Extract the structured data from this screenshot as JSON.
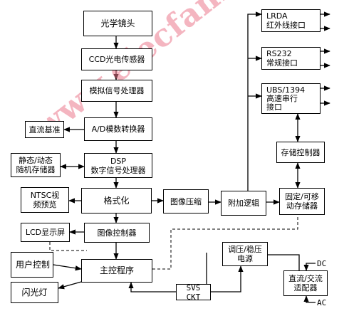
{
  "boxes": {
    "lens": "光学镜头",
    "ccd": "CCD光电传感器",
    "analog": "模拟信号处理器",
    "adc": "A/D模数转换器",
    "dsp": "DSP\n数字信号处理器",
    "format": "格式化",
    "image_ctrl": "图像控制器",
    "main_prog": "主控程序",
    "dc_ref": "直流基准",
    "ram": "静态/动态\n随机存储器",
    "ntsc": "NTSC视\n频预览",
    "lcd": "LCD显示屏",
    "user_ctrl": "用户控制",
    "flash": "闪光灯",
    "compress": "图像压缩",
    "addlogic": "附加逻辑",
    "fixed_storage": "固定/可移\n动存储器",
    "storage_ctrl": "存储控制器",
    "usb": "UBS/1394\n高速串行\n接口",
    "rs232": "RS232\n常规接口",
    "irda": "LRDA\n红外线接口",
    "svs": "SVS CKT",
    "regulator": "调压/稳压\n电源",
    "adapter": "直流/交流\n适配器"
  },
  "labels": {
    "dc": "DC",
    "ac": "AC"
  },
  "watermark": "www.elecfans.com",
  "colors": {
    "line": "#000000",
    "watermark": "#eb788c"
  }
}
